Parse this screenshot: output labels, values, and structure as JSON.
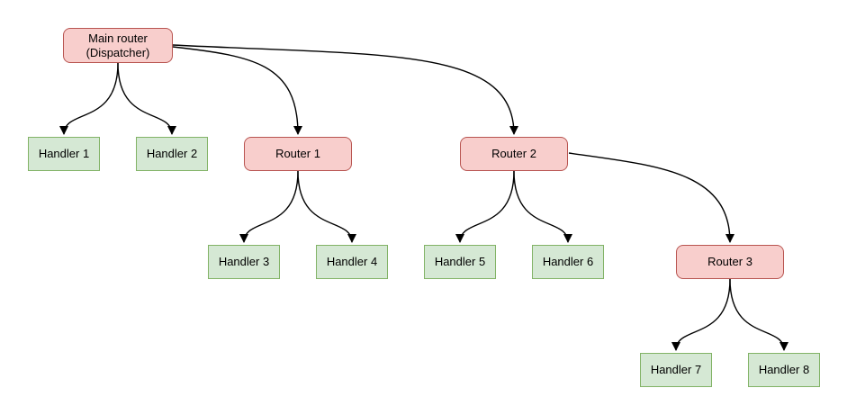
{
  "nodes": {
    "main_router": {
      "line1": "Main router",
      "line2": "(Dispatcher)",
      "type": "router"
    },
    "handler1": {
      "label": "Handler 1",
      "type": "handler"
    },
    "handler2": {
      "label": "Handler 2",
      "type": "handler"
    },
    "router1": {
      "label": "Router 1",
      "type": "router"
    },
    "router2": {
      "label": "Router 2",
      "type": "router"
    },
    "handler3": {
      "label": "Handler 3",
      "type": "handler"
    },
    "handler4": {
      "label": "Handler 4",
      "type": "handler"
    },
    "handler5": {
      "label": "Handler 5",
      "type": "handler"
    },
    "handler6": {
      "label": "Handler 6",
      "type": "handler"
    },
    "router3": {
      "label": "Router 3",
      "type": "router"
    },
    "handler7": {
      "label": "Handler 7",
      "type": "handler"
    },
    "handler8": {
      "label": "Handler 8",
      "type": "handler"
    }
  },
  "edges": [
    {
      "from": "main_router",
      "to": "handler1"
    },
    {
      "from": "main_router",
      "to": "handler2"
    },
    {
      "from": "main_router",
      "to": "router1"
    },
    {
      "from": "main_router",
      "to": "router2"
    },
    {
      "from": "router1",
      "to": "handler3"
    },
    {
      "from": "router1",
      "to": "handler4"
    },
    {
      "from": "router2",
      "to": "handler5"
    },
    {
      "from": "router2",
      "to": "handler6"
    },
    {
      "from": "router2",
      "to": "router3"
    },
    {
      "from": "router3",
      "to": "handler7"
    },
    {
      "from": "router3",
      "to": "handler8"
    }
  ],
  "colors": {
    "router_fill": "#f8cecc",
    "router_border": "#b85450",
    "handler_fill": "#d5e8d4",
    "handler_border": "#82b366",
    "edge": "#000000",
    "text": "#000000",
    "background": "#ffffff"
  }
}
